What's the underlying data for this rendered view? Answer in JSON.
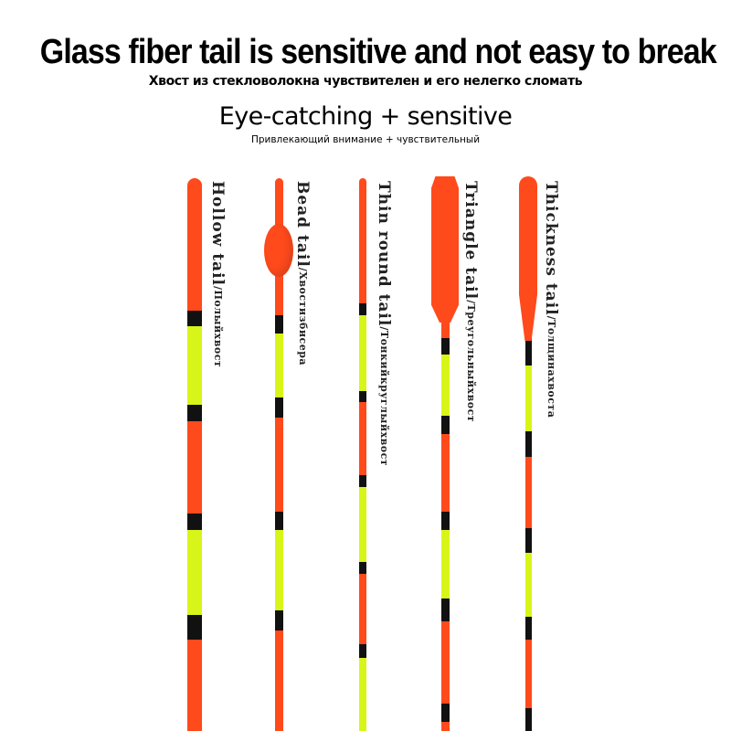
{
  "header": {
    "title": "Glass fiber tail is sensitive and not easy to break",
    "title_ru": "Хвост из стекловолокна чувствителен и его нелегко сломать",
    "subtitle": "Eye-catching + sensitive",
    "subtitle_ru": "Привлекающий внимание + чувствительный"
  },
  "colors": {
    "orange": "#ff4a1c",
    "yellow": "#d8f51a",
    "black": "#111111"
  },
  "floats": [
    {
      "name": "Hollow tail",
      "ru": "/Полыйхвост"
    },
    {
      "name": "Bead tail",
      "ru": "/Хвостизбисера"
    },
    {
      "name": "Thin round tail",
      "ru": "/Тонкийкруглыйхвост"
    },
    {
      "name": "Triangle tail",
      "ru": "/Треугольныйхвост"
    },
    {
      "name": "Thickness tail",
      "ru": "/Толщинахвоста"
    }
  ]
}
